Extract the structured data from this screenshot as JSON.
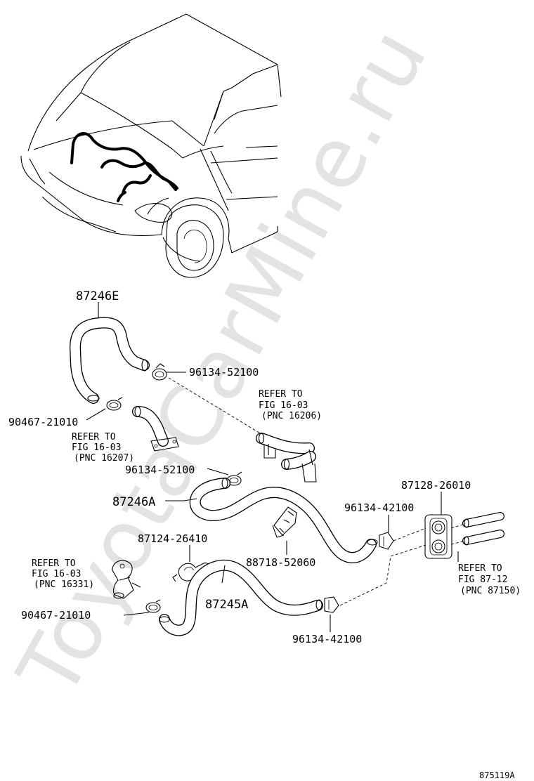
{
  "watermark": "ToyotaCarMine.ru",
  "figure_number": "875119A",
  "parts": {
    "hose_e": "87246E",
    "hose_a": "87246A",
    "hose_245a": "87245A",
    "clamp_upper_right": "96134-52100",
    "clamp_upper_left": "90467-21010",
    "clamp_middle": "96134-52100",
    "clamp_right_upper": "96134-42100",
    "grommet": "87128-26010",
    "clip": "87124-26410",
    "valve": "88718-52060",
    "clamp_lower_left": "90467-21010",
    "clamp_lower_right": "96134-42100"
  },
  "refs": {
    "ref_16206": [
      "REFER TO",
      "FIG 16-03",
      "(PNC 16206)"
    ],
    "ref_16207": [
      "REFER TO",
      "FIG 16-03",
      "(PNC 16207)"
    ],
    "ref_16331": [
      "REFER TO",
      "FIG 16-03",
      "(PNC 16331)"
    ],
    "ref_87150": [
      "REFER TO",
      "FIG 87-12",
      "(PNC 87150)"
    ]
  }
}
